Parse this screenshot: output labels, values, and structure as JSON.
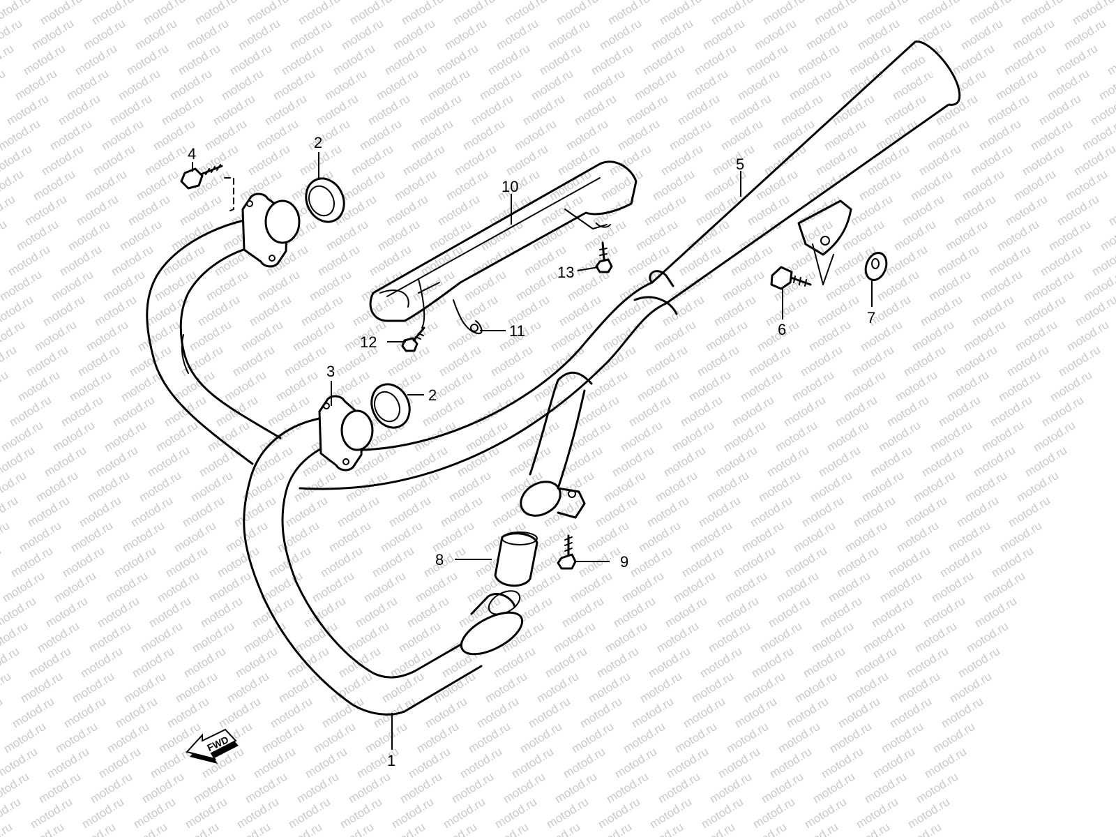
{
  "watermark": {
    "text": "motod.ru",
    "color": "#c9c9c9"
  },
  "direction_indicator": {
    "label": "FWD"
  },
  "callouts": [
    {
      "id": "c1",
      "label": "1"
    },
    {
      "id": "c2a",
      "label": "2"
    },
    {
      "id": "c2b",
      "label": "2"
    },
    {
      "id": "c3",
      "label": "3"
    },
    {
      "id": "c4",
      "label": "4"
    },
    {
      "id": "c5",
      "label": "5"
    },
    {
      "id": "c6",
      "label": "6"
    },
    {
      "id": "c7",
      "label": "7"
    },
    {
      "id": "c8",
      "label": "8"
    },
    {
      "id": "c9",
      "label": "9"
    },
    {
      "id": "c10",
      "label": "10"
    },
    {
      "id": "c11",
      "label": "11"
    },
    {
      "id": "c12",
      "label": "12"
    },
    {
      "id": "c13",
      "label": "13"
    }
  ]
}
